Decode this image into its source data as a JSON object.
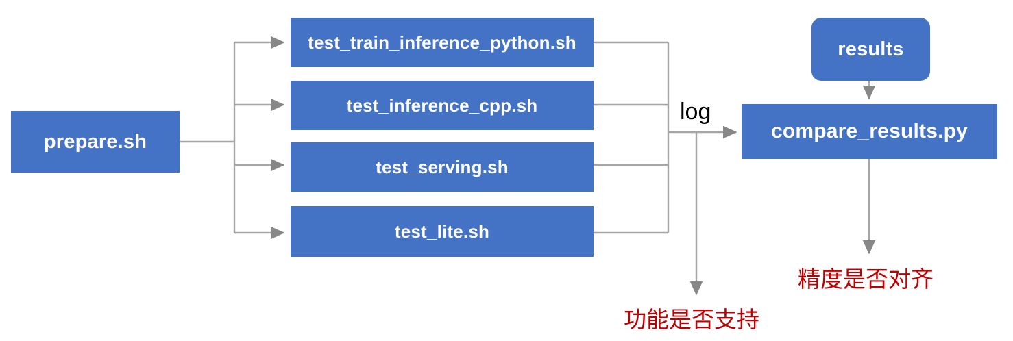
{
  "diagram": {
    "title": "PaddlePaddle TIPC test script flow",
    "colors": {
      "node_fill": "#4472C4",
      "node_text": "#FFFFFF",
      "edge": "#A6A6A6",
      "annotation_red": "#C00000",
      "label_text": "#000000",
      "background": "#FFFFFF"
    },
    "nodes": [
      {
        "id": "prepare",
        "label": "prepare.sh"
      },
      {
        "id": "branch1",
        "label": "test_train_inference_python.sh"
      },
      {
        "id": "branch2",
        "label": "test_inference_cpp.sh"
      },
      {
        "id": "branch3",
        "label": "test_serving.sh"
      },
      {
        "id": "branch4",
        "label": "test_lite.sh"
      },
      {
        "id": "results",
        "label": "results"
      },
      {
        "id": "compare",
        "label": "compare_results.py"
      }
    ],
    "edge_labels": [
      {
        "id": "log",
        "label": "log"
      }
    ],
    "annotations": [
      {
        "id": "function-supported",
        "label": "功能是否支持"
      },
      {
        "id": "precision-aligned",
        "label": "精度是否对齐"
      }
    ]
  }
}
